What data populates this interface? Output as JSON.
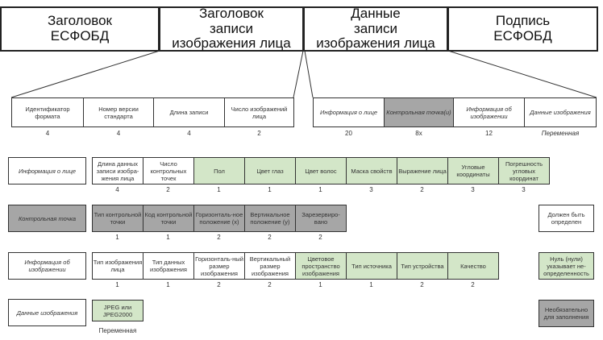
{
  "top": [
    "Заголовок\nЕСФОБД",
    "Заголовок\nзаписи\nизображения лица",
    "Данные\nзаписи\nизображения лица",
    "Подпись\nЕСФОБД"
  ],
  "header": {
    "cells": [
      "Идентификатор формата",
      "Номер версии стандарта",
      "Длина записи",
      "Число изображений лица"
    ],
    "sizes": [
      "4",
      "4",
      "4",
      "2"
    ]
  },
  "record": {
    "cells": [
      "Информация о лице",
      "Контрольная точка(и)",
      "Информация об изображении",
      "Данные изображения"
    ],
    "sizes": [
      "20",
      "8x",
      "12",
      "Переменная"
    ]
  },
  "face_info": {
    "label": "Информация о лице",
    "cells": [
      "Длина данных записи изобра-жения лица",
      "Число контрольных точек",
      "Пол",
      "Цвет глаз",
      "Цвет волос",
      "Маска свойств",
      "Выражение лица",
      "Угловые координаты",
      "Погрешность угловых координат"
    ],
    "sizes": [
      "4",
      "2",
      "1",
      "1",
      "1",
      "3",
      "2",
      "3",
      "3"
    ]
  },
  "control_point": {
    "label": "Контрольная точка",
    "cells": [
      "Тип контрольной точки",
      "Код контрольной точки",
      "Горизонталь-ное положение (x)",
      "Вертикальное положение (y)",
      "Зарезервиро-вано"
    ],
    "sizes": [
      "1",
      "1",
      "2",
      "2",
      "2"
    ]
  },
  "image_info": {
    "label": "Информация об изображении",
    "cells": [
      "Тип изображения лица",
      "Тип данных изображения",
      "Горизонталь-ный размер изображения",
      "Вертикальный размер изображения",
      "Цветовое пространство изображения",
      "Тип источника",
      "Тип устройства",
      "Качество"
    ],
    "sizes": [
      "1",
      "1",
      "2",
      "2",
      "1",
      "1",
      "2",
      "2"
    ]
  },
  "image_data": {
    "label": "Данные изображения",
    "cell": "JPEG или JPEG2000",
    "size": "Переменная"
  },
  "legend": [
    "Должен быть определен",
    "Нуль (нули) указывает не-определенность",
    "Необязательно для заполнения"
  ],
  "colors": {
    "green": "#d3e6c8",
    "gray": "#a6a6a6"
  }
}
